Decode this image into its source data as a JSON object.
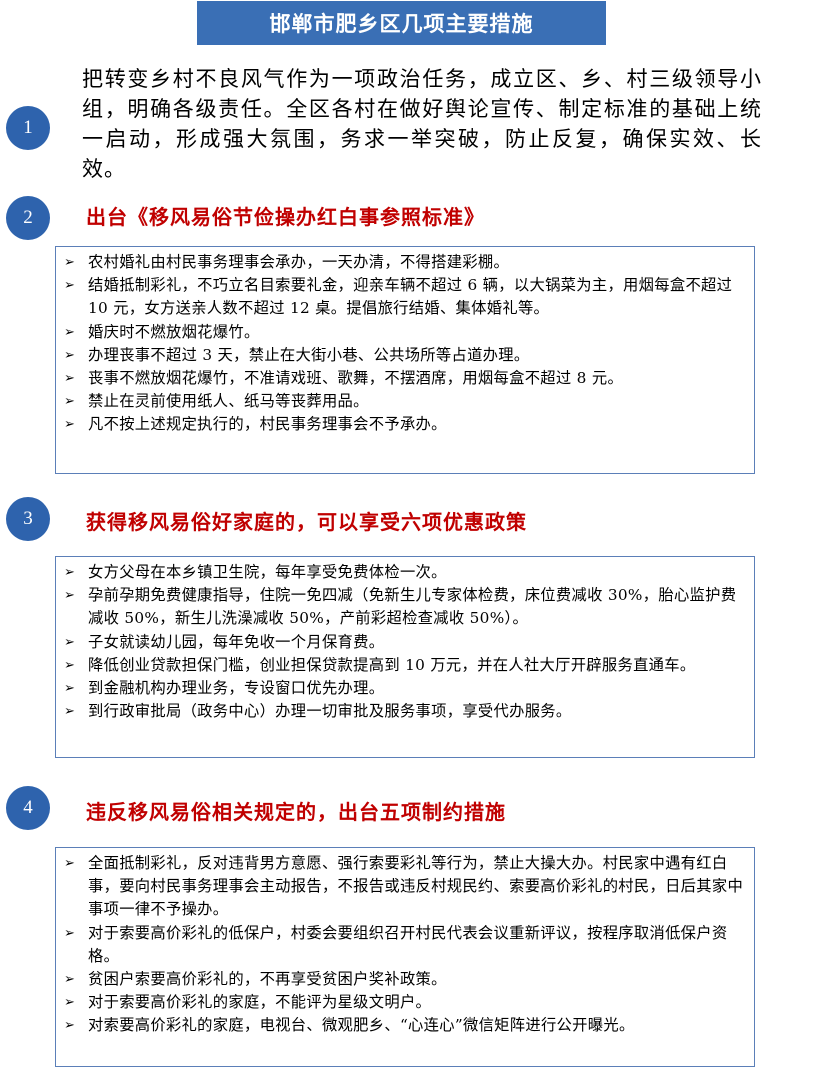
{
  "title": "邯郸市肥乡区几项主要措施",
  "sections": [
    {
      "number": "1",
      "text": "把转变乡村不良风气作为一项政治任务，成立区、乡、村三级领导小组，明确各级责任。全区各村在做好舆论宣传、制定标准的基础上统一启动，形成强大氛围，务求一举突破，防止反复，确保实效、长效。"
    },
    {
      "number": "2",
      "heading": "出台《移风易俗节俭操办红白事参照标准》",
      "items": [
        "农村婚礼由村民事务理事会承办，一天办清，不得搭建彩棚。",
        "结婚抵制彩礼，不巧立名目索要礼金，迎亲车辆不超过 6 辆，以大锅菜为主，用烟每盒不超过 10 元，女方送亲人数不超过 12 桌。提倡旅行结婚、集体婚礼等。",
        "婚庆时不燃放烟花爆竹。",
        "办理丧事不超过 3 天，禁止在大街小巷、公共场所等占道办理。",
        "丧事不燃放烟花爆竹，不准请戏班、歌舞，不摆酒席，用烟每盒不超过 8 元。",
        "禁止在灵前使用纸人、纸马等丧葬用品。",
        "凡不按上述规定执行的，村民事务理事会不予承办。"
      ]
    },
    {
      "number": "3",
      "heading": "获得移风易俗好家庭的，可以享受六项优惠政策",
      "items": [
        "女方父母在本乡镇卫生院，每年享受免费体检一次。",
        "孕前孕期免费健康指导，住院一免四减（免新生儿专家体检费，床位费减收 30%，胎心监护费减收 50%，新生儿洗澡减收 50%，产前彩超检查减收 50%）。",
        "子女就读幼儿园，每年免收一个月保育费。",
        "降低创业贷款担保门槛，创业担保贷款提高到 10 万元，并在人社大厅开辟服务直通车。",
        "到金融机构办理业务，专设窗口优先办理。",
        "到行政审批局（政务中心）办理一切审批及服务事项，享受代办服务。"
      ]
    },
    {
      "number": "4",
      "heading": "违反移风易俗相关规定的，出台五项制约措施",
      "items": [
        "全面抵制彩礼，反对违背男方意愿、强行索要彩礼等行为，禁止大操大办。村民家中遇有红白事，要向村民事务理事会主动报告，不报告或违反村规民约、索要高价彩礼的村民，日后其家中事项一律不予操办。",
        "对于索要高价彩礼的低保户，村委会要组织召开村民代表会议重新评议，按程序取消低保户资格。",
        "贫困户索要高价彩礼的，不再享受贫困户奖补政策。",
        "对于索要高价彩礼的家庭，不能评为星级文明户。",
        "对索要高价彩礼的家庭，电视台、微观肥乡、“心连心”微信矩阵进行公开曝光。"
      ]
    }
  ],
  "icons": {
    "bullet": "arrowhead-bullet-icon"
  },
  "colors": {
    "title_bg": "#3a6fb5",
    "circle": "#2e63ad",
    "heading": "#c00000",
    "box_border": "#5b7fb8"
  }
}
